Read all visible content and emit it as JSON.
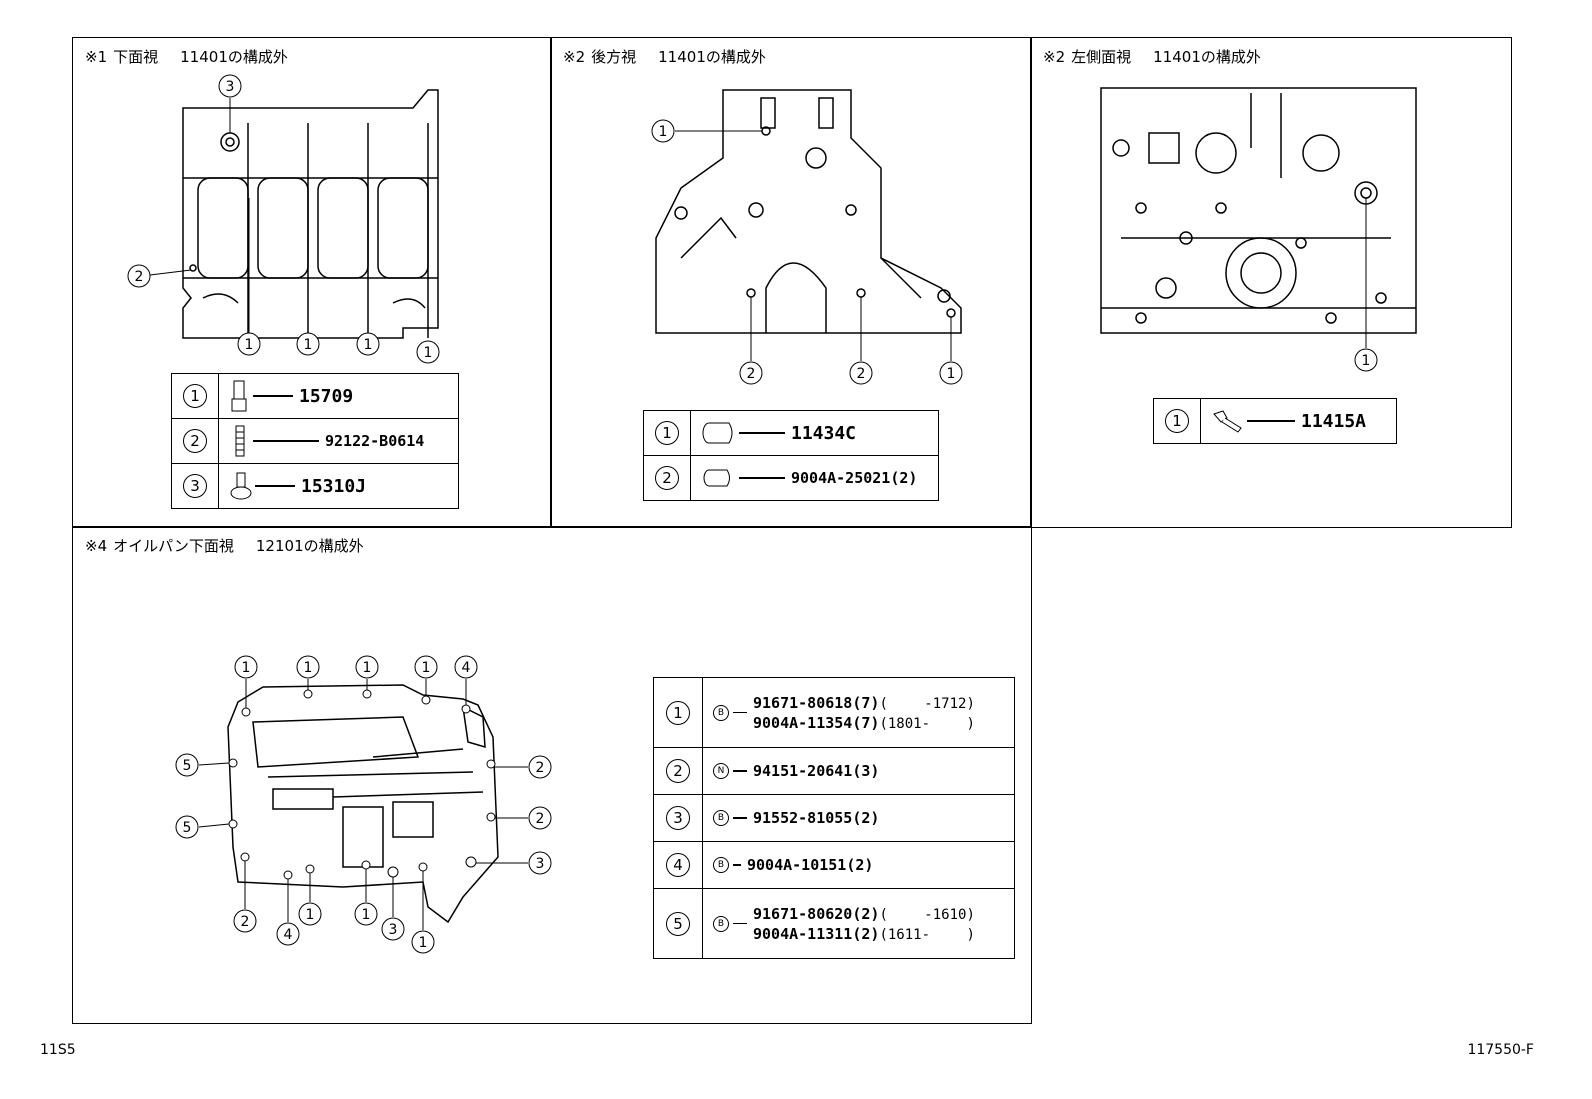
{
  "panels": [
    {
      "mark": "※1",
      "view": "下面視",
      "note": "11401の構成外"
    },
    {
      "mark": "※2",
      "view": "後方視",
      "note": "11401の構成外"
    },
    {
      "mark": "※2",
      "view": "左側面視",
      "note": "11401の構成外"
    },
    {
      "mark": "※4",
      "view": "オイルパン下面視",
      "note": "12101の構成外"
    }
  ],
  "legend1": [
    {
      "num": "1",
      "part": "15709"
    },
    {
      "num": "2",
      "part": "92122-B0614"
    },
    {
      "num": "3",
      "part": "15310J"
    }
  ],
  "legend2": [
    {
      "num": "1",
      "part": "11434C"
    },
    {
      "num": "2",
      "part": "9004A-25021(2)"
    }
  ],
  "legend3": [
    {
      "num": "1",
      "part": "11415A"
    }
  ],
  "legend4": [
    {
      "num": "1",
      "tag": "B",
      "parts": [
        {
          "part": "91671-80618(7)",
          "range": "(　　 -1712)"
        },
        {
          "part": "9004A-11354(7)",
          "range": "(1801-　　 )"
        }
      ]
    },
    {
      "num": "2",
      "tag": "N",
      "parts": [
        {
          "part": "94151-20641(3)",
          "range": ""
        }
      ]
    },
    {
      "num": "3",
      "tag": "B",
      "parts": [
        {
          "part": "91552-81055(2)",
          "range": ""
        }
      ]
    },
    {
      "num": "4",
      "tag": "B",
      "parts": [
        {
          "part": "9004A-10151(2)",
          "range": ""
        }
      ]
    },
    {
      "num": "5",
      "tag": "B",
      "parts": [
        {
          "part": "91671-80620(2)",
          "range": "(　　 -1610)"
        },
        {
          "part": "9004A-11311(2)",
          "range": "(1611-　　 )"
        }
      ]
    }
  ],
  "callouts": {
    "p1": [
      "3",
      "2",
      "1",
      "1",
      "1",
      "1"
    ],
    "p2": [
      "1",
      "2",
      "2",
      "1"
    ],
    "p3": [
      "1"
    ],
    "p4": [
      "1",
      "1",
      "1",
      "1",
      "4",
      "5",
      "5",
      "2",
      "2",
      "3",
      "2",
      "4",
      "1",
      "1",
      "3",
      "1"
    ]
  },
  "footer": {
    "left": "11S5",
    "right": "117550-F"
  }
}
